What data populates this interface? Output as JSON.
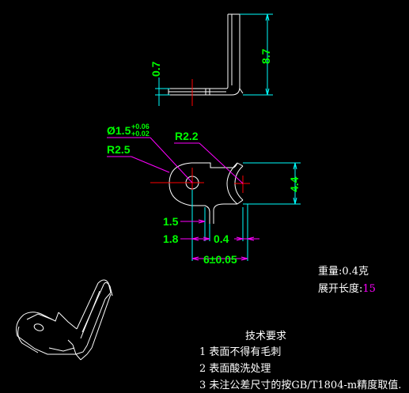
{
  "dimensions": {
    "top_thickness": "0.7",
    "top_height": "8.7",
    "hole_diameter": "Ø1.5",
    "hole_tol_upper": "+0.06",
    "hole_tol_lower": "+0.02",
    "radius_left": "R2.5",
    "radius_right": "R2.2",
    "right_height": "4.4",
    "dim_1_5": "1.5",
    "dim_1_8": "1.8",
    "dim_0_4": "0.4",
    "overall_length": "6±0.05"
  },
  "properties": {
    "weight": "重量:0.4克",
    "unfold_label": "展开长度:",
    "unfold_value": "15"
  },
  "requirements": {
    "title": "技术要求",
    "items": [
      "1 表面不得有毛刺",
      "2 表面酸洗处理",
      "3 未注公差尺寸的按GB/T1804-m精度取值."
    ]
  },
  "colors": {
    "background": "#000000",
    "geometry": "#ffffff",
    "dimension": "#00ffff",
    "dimension_text": "#00ff00",
    "leader": "#ff00ff",
    "centerline": "#ff0000"
  }
}
